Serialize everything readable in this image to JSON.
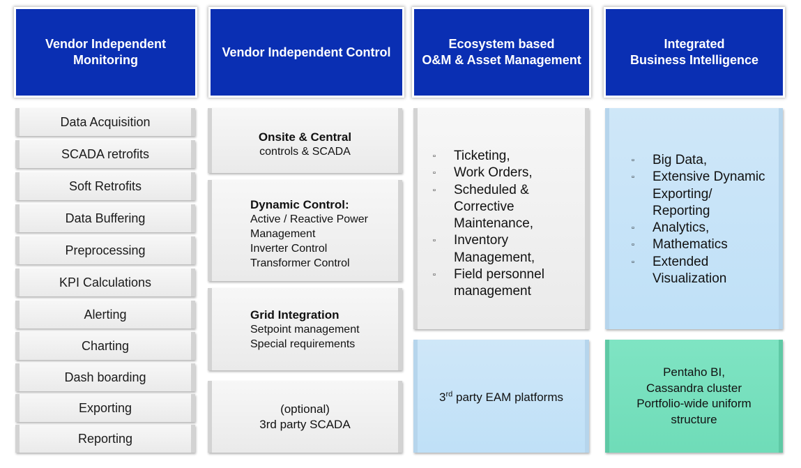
{
  "headers": [
    {
      "lines": [
        "Vendor Independent",
        "Monitoring"
      ]
    },
    {
      "lines": [
        "Vendor Independent Control"
      ]
    },
    {
      "lines": [
        "Ecosystem based",
        "O&M & Asset Management"
      ]
    },
    {
      "lines": [
        "Integrated",
        "Business Intelligence"
      ]
    }
  ],
  "monitoring_items": [
    "Data Acquisition",
    "SCADA retrofits",
    "Soft Retrofits",
    "Data Buffering",
    "Preprocessing",
    "KPI Calculations",
    "Alerting",
    "Charting",
    "Dash boarding",
    "Exporting",
    "Reporting"
  ],
  "control": {
    "box1": {
      "bold": "Onsite & Central",
      "text": "controls & SCADA"
    },
    "box2": {
      "bold": "Dynamic Control:",
      "lines": [
        "Active / Reactive Power",
        "Management",
        "Inverter Control",
        "Transformer Control"
      ]
    },
    "box3": {
      "bold": "Grid Integration",
      "lines": [
        "Setpoint management",
        "Special requirements"
      ]
    },
    "box4": {
      "lines": [
        "(optional)",
        "3rd party SCADA"
      ]
    }
  },
  "om": {
    "bullets": [
      [
        "Ticketing,"
      ],
      [
        "Work Orders,"
      ],
      [
        "Scheduled &",
        "Corrective",
        "Maintenance,"
      ],
      [
        "Inventory",
        "Management,"
      ],
      [
        "Field personnel",
        "management"
      ]
    ],
    "eam": {
      "prefix": "3",
      "sup": "rd",
      "text": " party EAM platforms"
    }
  },
  "bi": {
    "bullets": [
      [
        "Big Data,"
      ],
      [
        "Extensive Dynamic",
        "Exporting/",
        "Reporting"
      ],
      [
        "Analytics,"
      ],
      [
        "Mathematics"
      ],
      [
        "Extended",
        "Visualization"
      ]
    ],
    "platform_lines": [
      "Pentaho BI,",
      "Cassandra cluster",
      "Portfolio-wide uniform",
      "structure"
    ]
  },
  "colors": {
    "header": "#0a2fb3",
    "blue_box": "#c8e4f8",
    "green_box": "#74e0bc",
    "gray_box": "#efefef"
  },
  "icons": {
    "bullet": "▫"
  }
}
